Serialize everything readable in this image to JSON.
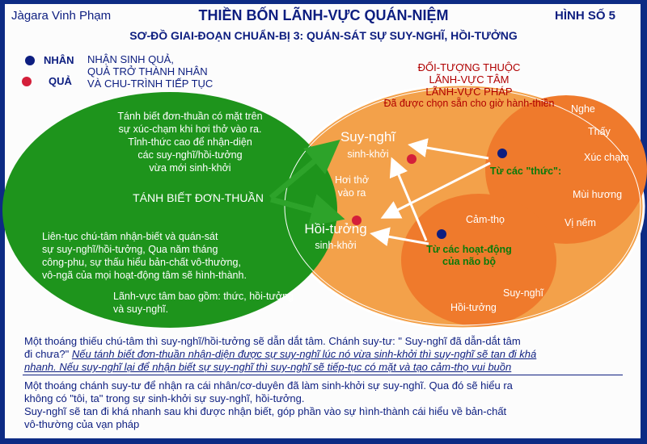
{
  "header": {
    "author": "Jàgara Vinh Phạm",
    "title": "THIỀN BỐN LÃNH-VỰC QUÁN-NIỆM",
    "subtitle": "SƠ-ĐỒ GIAI-ĐOẠN CHUẨN-BỊ 3: QUÁN-SÁT SỰ SUY-NGHĨ, HỒI-TƯỞNG",
    "figure": "HÌNH SỐ 5"
  },
  "legend": {
    "cause_label": "NHÂN",
    "effect_label": "QUẢ",
    "cause_color": "#0d1e80",
    "effect_color": "#d41f3a",
    "text_1": "NHẬN SINH QUẢ,",
    "text_2": "QUẢ TRỞ THÀNH NHÂN",
    "text_3": "VÀ CHU-TRÌNH TIẾP TỤC"
  },
  "left": {
    "para1_l1": "Tánh biết đơn-thuần có mặt trên",
    "para1_l2": "sự xúc-chạm khi hơi thở vào ra.",
    "para1_l3": "Tỉnh-thức cao để nhận-diện",
    "para1_l4": "các suy-nghĩ/hồi-tưởng",
    "para1_l5": "vừa mới sinh-khởi",
    "center": "TÁNH BIẾT ĐƠN-THUẦN",
    "para2_l1": "Liên-tục chú-tâm nhận-biết và quán-sát",
    "para2_l2": "sự suy-nghĩ/hồi-tưởng, Qua năm tháng",
    "para2_l3": "công-phu, sự thấu hiểu bản-chất vô-thường,",
    "para2_l4": "vô-ngã của mọi hoạt-động tâm sẽ hình-thành.",
    "para3_l1": "Lãnh-vực tâm bao gồm: thức, hồi-tưởng",
    "para3_l2": "và suy-nghĩ."
  },
  "right": {
    "obj_l1": "ĐỐI-TƯỢNG THUỘC",
    "obj_l2": "LÃNH-VỰC TÂM",
    "obj_l3": "LÃNH-VỰC PHÁP",
    "obj_l4": "Đã được chọn sẵn cho giờ hành-thiền",
    "thought": "Suy-nghĩ",
    "thought_sub": "sinh-khởi",
    "breath_l1": "Hơi thở",
    "breath_l2": "vào ra",
    "memory": "Hồi-tưởng",
    "memory_sub": "sinh-khởi",
    "from_consc": "Từ các \"thức\":",
    "from_brain_l1": "Từ các hoạt-động",
    "from_brain_l2": "của não bộ",
    "senses": [
      "Nghe",
      "Thấy",
      "Xúc chạm",
      "Mùi hương",
      "Vị nếm"
    ],
    "feeling": "Cảm-thọ",
    "lower_thought": "Suy-nghĩ",
    "lower_memory": "Hồi-tưởng"
  },
  "colors": {
    "navy": "#0d1e80",
    "green": "#1e941c",
    "orange": "#f3a14a",
    "orange_dark": "#ef7a2c",
    "red_dot": "#d41f3a",
    "arrow_green": "#2da32a"
  },
  "bottom": {
    "p1_l1": "Một thoáng thiếu chú-tâm thì suy-nghĩ/hồi-tưởng sẽ dẫn dắt tâm.  Chánh suy-tư: \" Suy-nghĩ đã dẫn-dắt tâm",
    "p1_l2a": "đi chưa?\" ",
    "p1_l2b": "Nếu tánh biết đơn-thuần nhận-diện được sự suy-nghĩ lúc nó vừa sinh-khởi thì suy-nghĩ sẽ tan đi khá",
    "p1_l3": "nhanh. Nếu suy-nghĩ lại để nhận biết sự suy-nghĩ thì suy-nghĩ sẽ tiếp-tục có mặt và tạo cảm-thọ vui buồn",
    "p2_l1": "Một thoáng chánh suy-tư để nhận ra cái nhân/cơ-duyên đã làm sinh-khởi sự suy-nghĩ. Qua đó sẽ hiểu ra",
    "p2_l2": "không có \"tôi, ta\" trong sự sinh-khởi sự suy-nghĩ, hồi-tưởng.",
    "p2_l3": "Suy-nghĩ sẽ tan đi khá nhanh sau khi được nhận biết, góp phần vào sự hình-thành cái hiểu về bản-chất",
    "p2_l4": "vô-thường của vạn pháp"
  }
}
